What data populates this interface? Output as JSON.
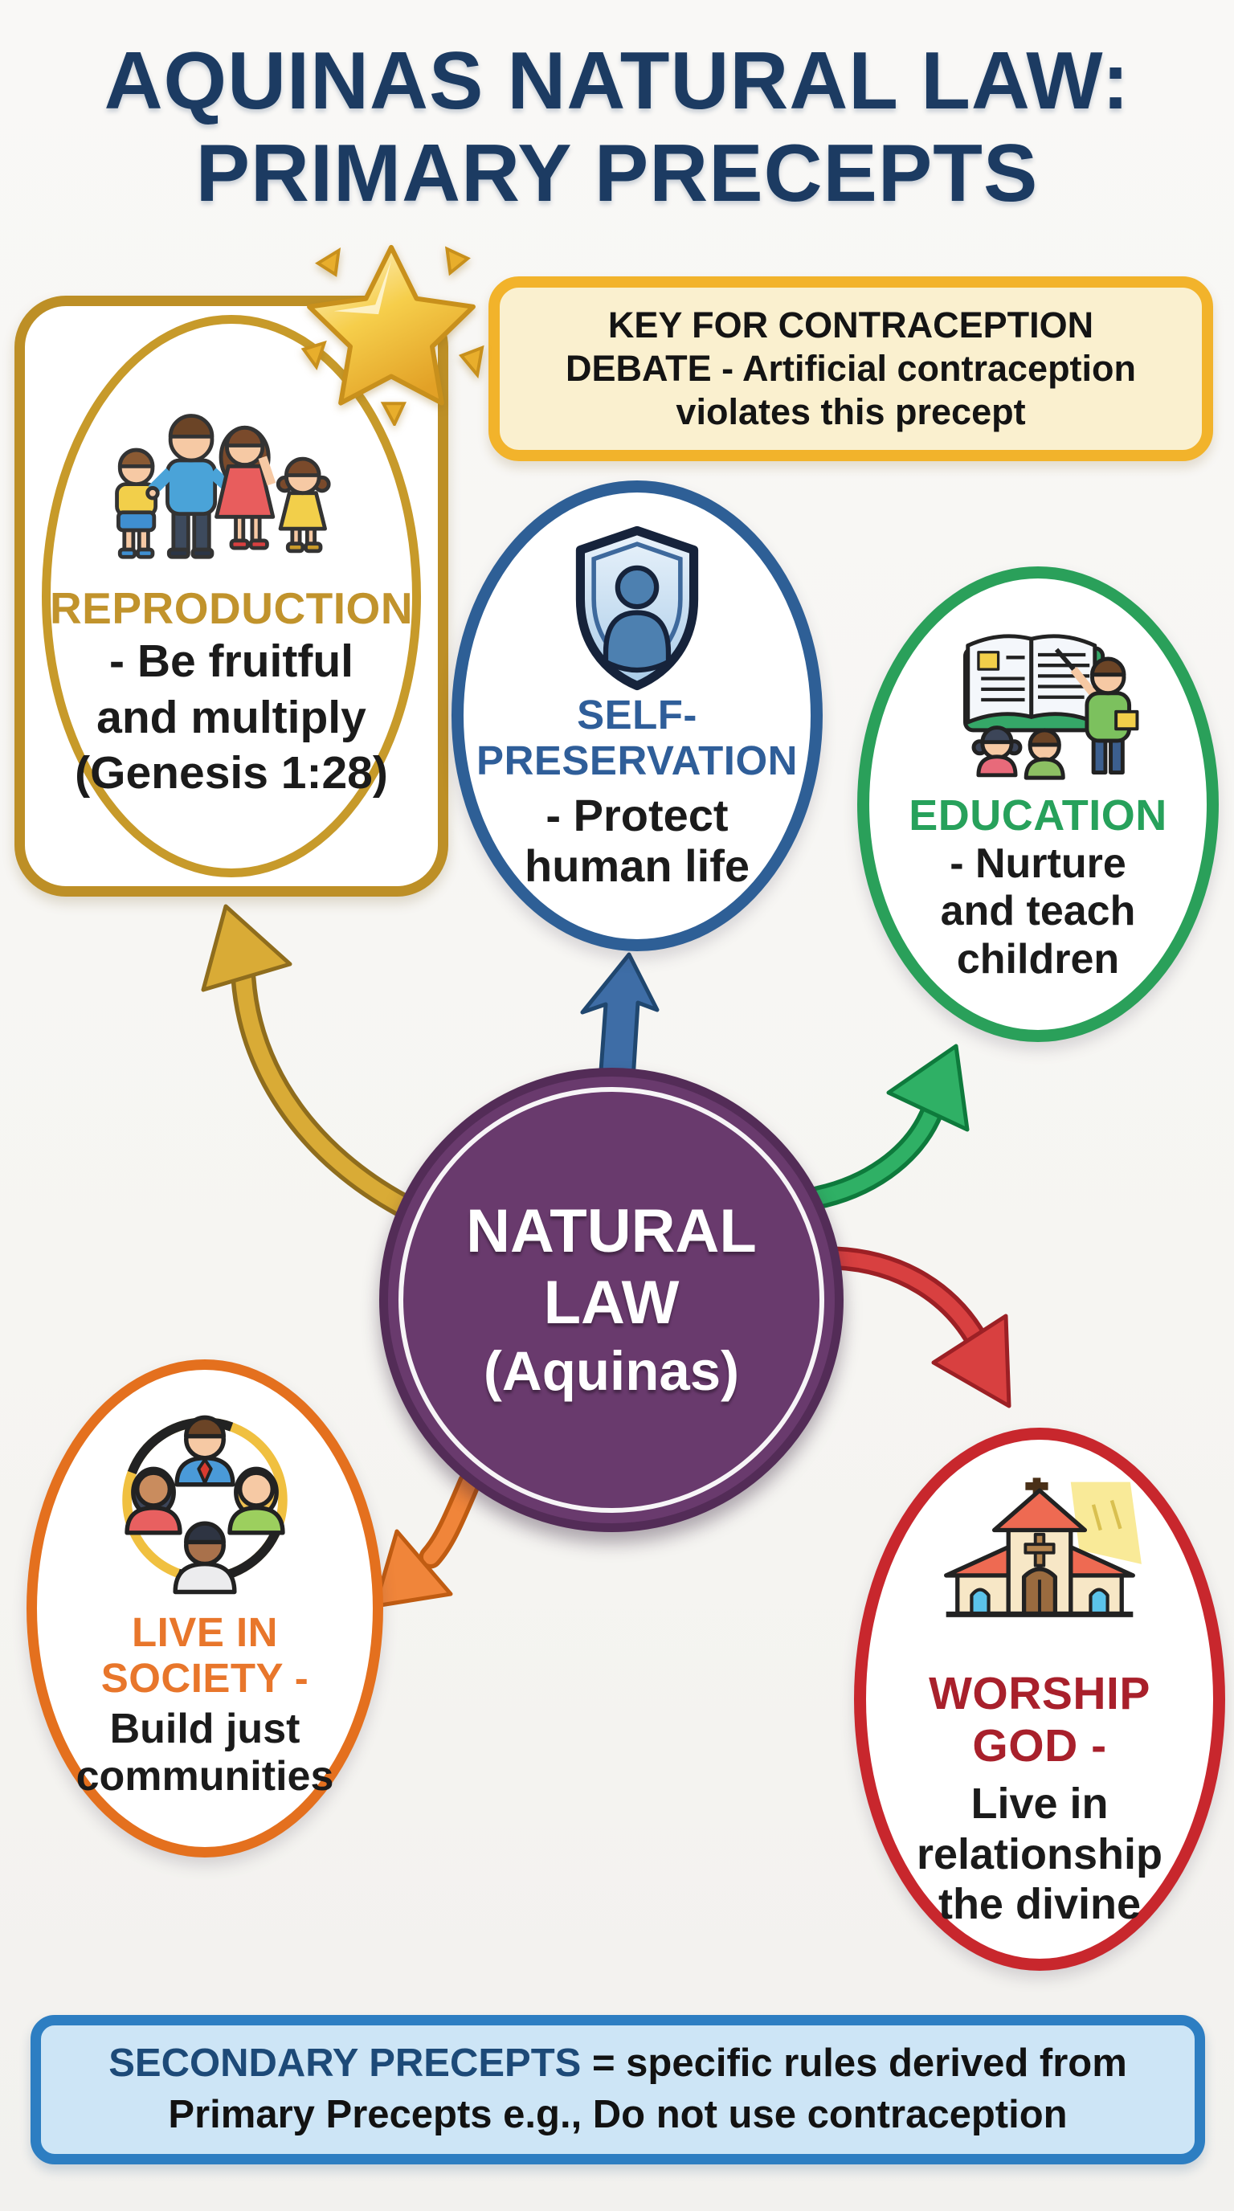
{
  "title": {
    "line1": "AQUINAS NATURAL LAW:",
    "line2": "PRIMARY PRECEPTS"
  },
  "key_note": {
    "lines": [
      "KEY FOR CONTRACEPTION",
      "DEBATE - Artificial contraception",
      "violates this precept"
    ]
  },
  "center": {
    "line1": "NATURAL",
    "line2": "LAW",
    "line3": "(Aquinas)"
  },
  "precepts": {
    "reproduction": {
      "title": "REPRODUCTION",
      "desc_lines": [
        "- Be fruitful",
        "and multiply",
        "(Genesis 1:28)"
      ],
      "color": "#C1932C",
      "icon": "family-icon",
      "badge": "star-icon"
    },
    "self_preservation": {
      "title_lines": [
        "SELF-",
        "PRESERVATION"
      ],
      "desc_lines": [
        "- Protect",
        "human life"
      ],
      "color": "#2F5E99",
      "icon": "shield-person-icon"
    },
    "education": {
      "title": "EDUCATION",
      "desc_lines": [
        "- Nurture",
        "and teach",
        "children"
      ],
      "color": "#27A15B",
      "icon": "teacher-book-icon"
    },
    "live_in_society": {
      "title_lines": [
        "LIVE IN",
        "SOCIETY -"
      ],
      "desc_lines": [
        "Build just",
        "communities"
      ],
      "color": "#E8762B",
      "icon": "community-circle-icon"
    },
    "worship_god": {
      "title_lines": [
        "WORSHIP",
        "GOD -"
      ],
      "desc_lines": [
        "Live in",
        "relationship",
        "the divine"
      ],
      "color": "#A8202B",
      "icon": "church-icon"
    }
  },
  "secondary_note": {
    "highlight": "SECONDARY PRECEPTS",
    "line1_rest": " = specific rules derived from",
    "line2": "Primary Precepts e.g., Do not use contraception"
  },
  "arrows": {
    "reproduction": {
      "color": "#D9AB36"
    },
    "self_preservation": {
      "color": "#3E6DA6"
    },
    "education": {
      "color": "#2FB065"
    },
    "live_in_society": {
      "color": "#F0853A"
    },
    "worship_god": {
      "color": "#D84040"
    }
  },
  "colors": {
    "background": "#F6F5F2",
    "title": "#1C3B62",
    "key_box_border": "#F2B32B",
    "key_box_fill": "#FAF0CF",
    "gold": "#C1932C",
    "blue": "#2F5E99",
    "green": "#27A15B",
    "orange": "#E8762B",
    "red": "#C8272D",
    "dark_red_text": "#A8202B",
    "purple": "#693A6D",
    "secondary_border": "#2D7EC2",
    "secondary_fill": "#CDE5F6",
    "secondary_highlight": "#1D4A78"
  }
}
